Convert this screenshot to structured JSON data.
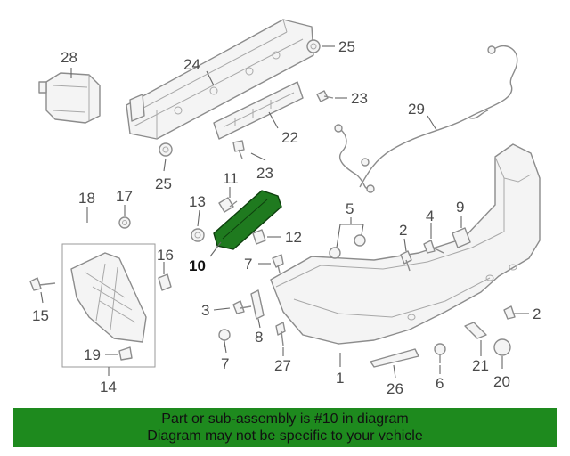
{
  "callouts": {
    "c1": "1",
    "c2a": "2",
    "c2b": "2",
    "c3": "3",
    "c4": "4",
    "c5": "5",
    "c6": "6",
    "c7a": "7",
    "c7b": "7",
    "c8": "8",
    "c9": "9",
    "c10": "10",
    "c11": "11",
    "c12": "12",
    "c13": "13",
    "c14": "14",
    "c15": "15",
    "c16": "16",
    "c17": "17",
    "c18": "18",
    "c19": "19",
    "c20": "20",
    "c21": "21",
    "c22": "22",
    "c23a": "23",
    "c23b": "23",
    "c24": "24",
    "c25a": "25",
    "c25b": "25",
    "c26": "26",
    "c27": "27",
    "c28": "28",
    "c29": "29"
  },
  "banner": {
    "line1": "Part or sub-assembly is #10 in diagram",
    "line2": "Diagram may not be specific to your vehicle"
  },
  "colors": {
    "banner_bg": "#1e8a1e",
    "highlight_part": "#1f7a1f"
  }
}
